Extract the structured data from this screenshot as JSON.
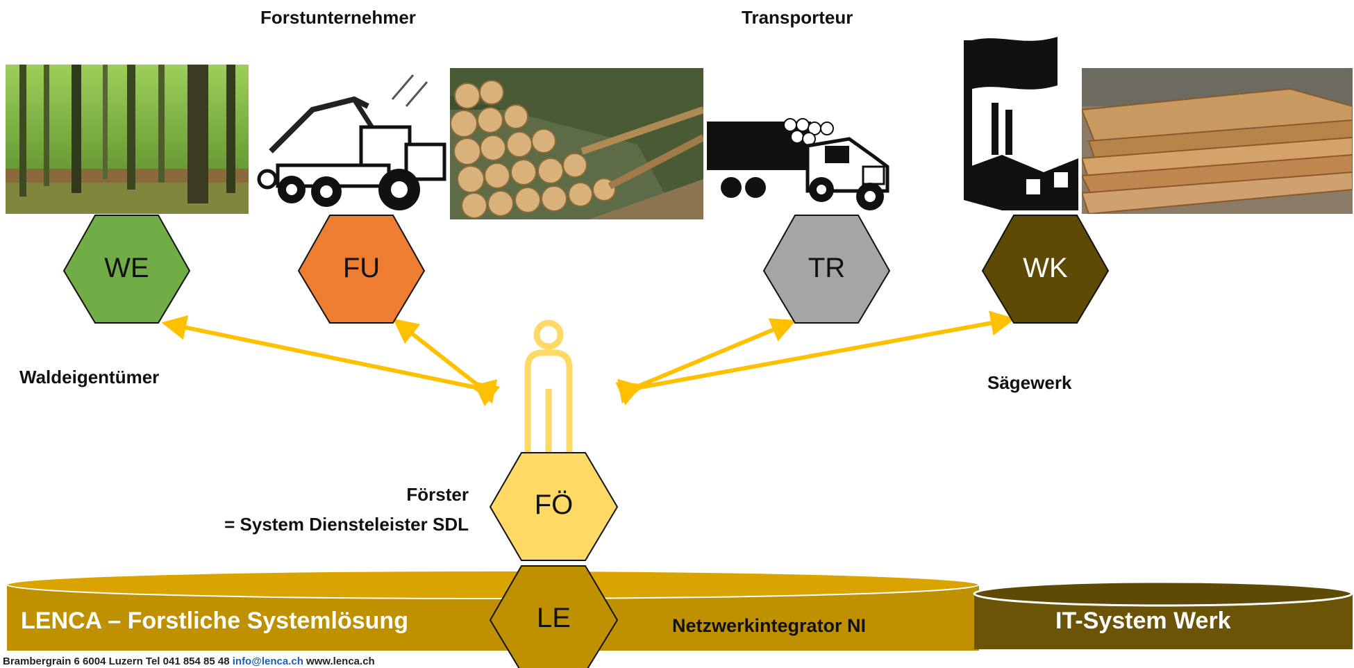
{
  "roles": {
    "forstunternehmer": "Forstunternehmer",
    "transporteur": "Transporteur",
    "waldeigentuemer": "Waldeigentümer",
    "saegewerk": "Sägewerk",
    "foerster_line1": "Förster",
    "foerster_line2": "= System Diensteleister SDL"
  },
  "nodes": {
    "we": "WE",
    "fu": "FU",
    "tr": "TR",
    "wk": "WK",
    "foe": "FÖ",
    "le": "LE"
  },
  "bases": {
    "lenca": "LENCA – Forstliche Systemlösung",
    "netzwerk": "Netzwerkintegrator NI",
    "it_system": "IT-System Werk"
  },
  "footer": {
    "address": "Brambergrain 6 6004 Luzern Tel 041 854 85 48 ",
    "email": "info@lenca.ch",
    "web": " www.lenca.ch"
  },
  "colors": {
    "we": "#70ad47",
    "fu": "#ed7d31",
    "tr": "#a5a5a5",
    "wk": "#5e4a05",
    "foe": "#ffd966",
    "le": "#bf9000",
    "arrows": "#ffc000",
    "it_base": "#6b5307"
  }
}
